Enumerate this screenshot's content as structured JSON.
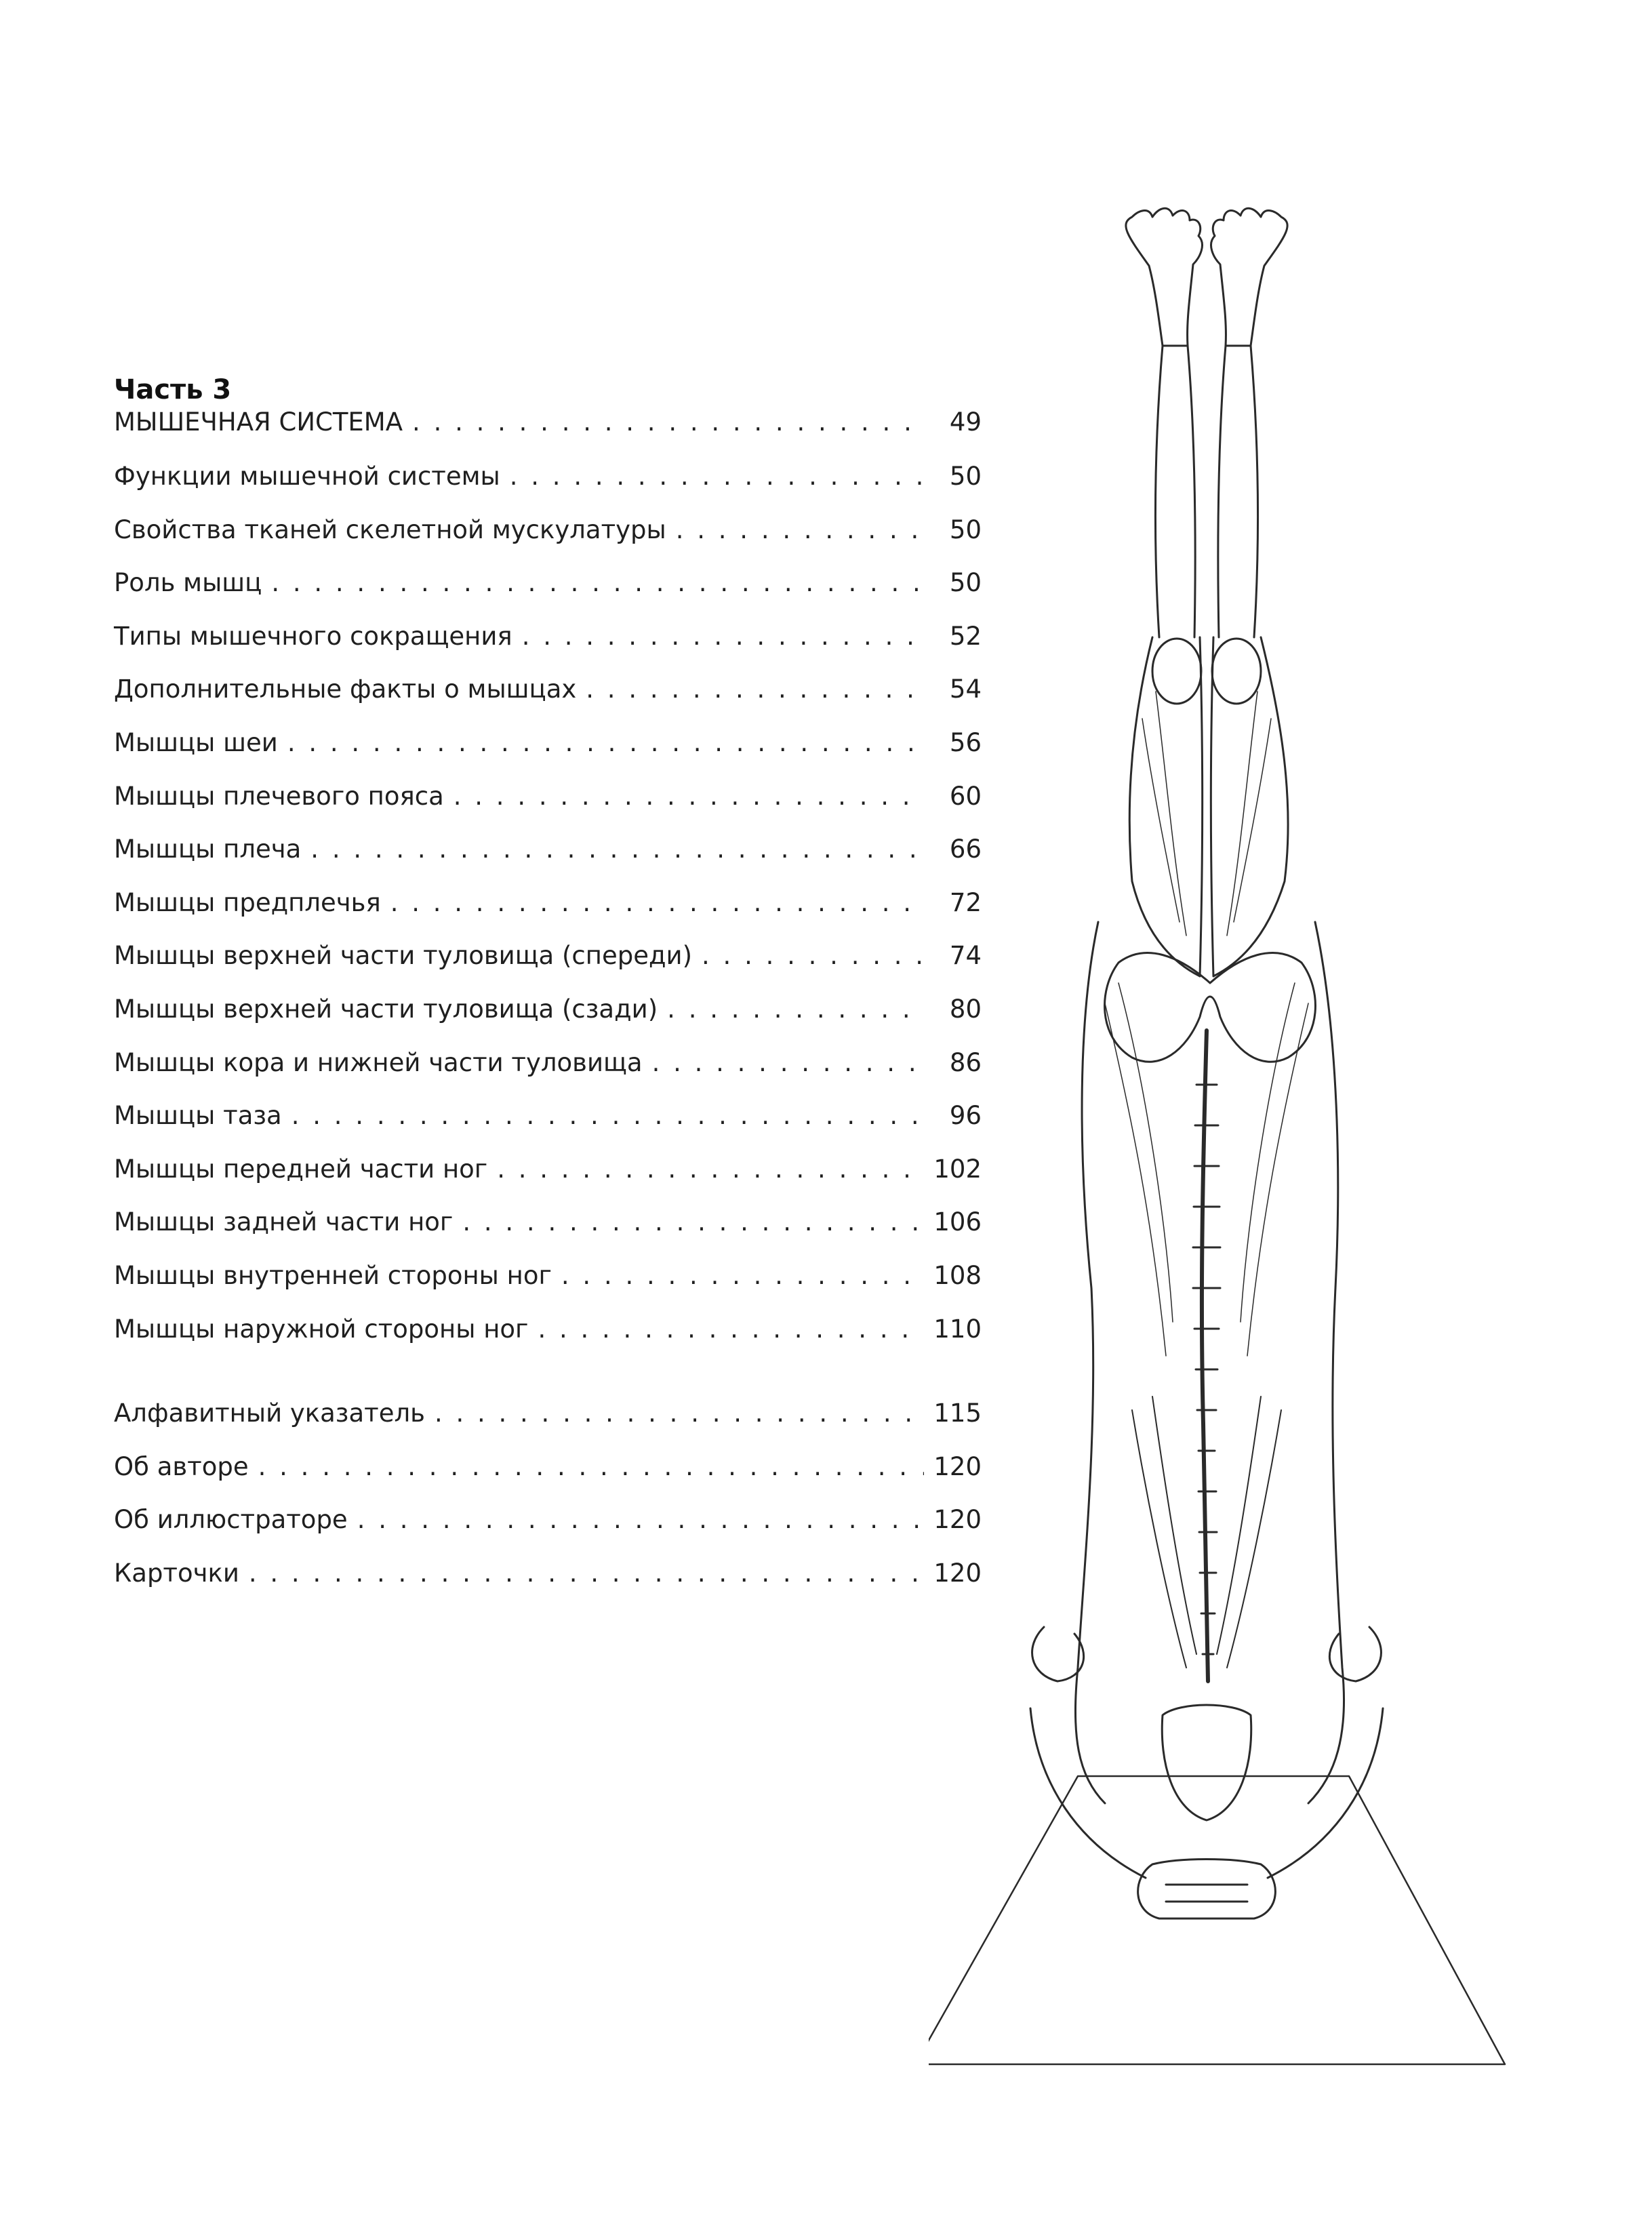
{
  "part_title": "Часть 3",
  "entries": [
    {
      "label": "МЫШЕЧНАЯ СИСТЕМА",
      "page": "49"
    },
    {
      "label": "Функции мышечной системы",
      "page": "50"
    },
    {
      "label": "Свойства тканей скелетной мускулатуры",
      "page": "50"
    },
    {
      "label": "Роль мышц",
      "page": "50"
    },
    {
      "label": "Типы мышечного сокращения",
      "page": "52"
    },
    {
      "label": "Дополнительные факты о мышцах",
      "page": "54"
    },
    {
      "label": "Мышцы шеи",
      "page": "56"
    },
    {
      "label": "Мышцы плечевого пояса",
      "page": "60"
    },
    {
      "label": "Мышцы плеча",
      "page": "66"
    },
    {
      "label": "Мышцы предплечья",
      "page": "72"
    },
    {
      "label": "Мышцы верхней части туловища (спереди)",
      "page": "74"
    },
    {
      "label": "Мышцы верхней части туловища (сзади)",
      "page": "80"
    },
    {
      "label": "Мышцы кора и нижней части туловища",
      "page": "86"
    },
    {
      "label": "Мышцы таза",
      "page": "96"
    },
    {
      "label": "Мышцы передней части ног",
      "page": "102"
    },
    {
      "label": "Мышцы задней части ног",
      "page": "106"
    },
    {
      "label": "Мышцы внутренней стороны ног",
      "page": "108"
    },
    {
      "label": "Мышцы наружной стороны ног",
      "page": "110"
    }
  ],
  "appendix": [
    {
      "label": "Алфавитный указатель",
      "page": "115"
    },
    {
      "label": "Об авторе",
      "page": "120"
    },
    {
      "label": "Об иллюстраторе",
      "page": "120"
    },
    {
      "label": "Карточки",
      "page": "120"
    }
  ],
  "illustration": {
    "icon": "headstand-anatomy-illustration",
    "line_color": "#2a2a2a"
  }
}
